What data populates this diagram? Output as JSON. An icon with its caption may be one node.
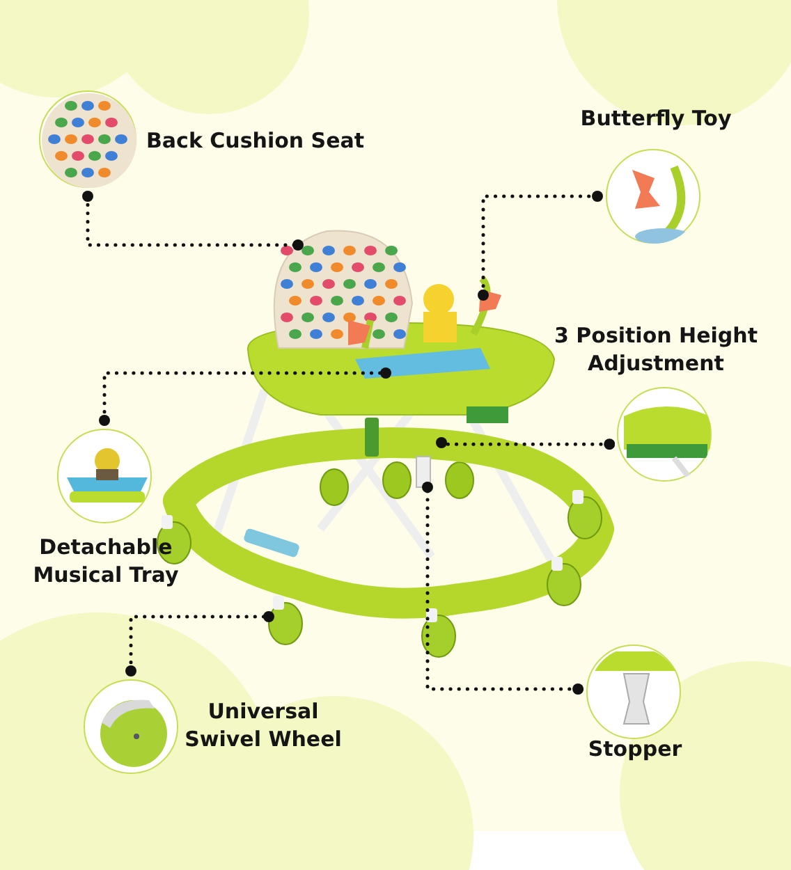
{
  "diagram": {
    "nodes": [
      {
        "text": [
          "Back Cushion Seat"
        ]
      },
      {
        "text": [
          "Butterfly Toy"
        ]
      },
      {
        "text": [],
        "shape": "picture"
      },
      {
        "text": [
          "3 Position Height Adjustment"
        ]
      },
      {
        "text": [
          "Detachable Musical Tray"
        ]
      },
      {
        "text": [
          "Universal Swivel Wheel"
        ]
      },
      {
        "text": [
          "Stopper"
        ]
      }
    ],
    "edges": [
      {
        "from": 0,
        "to": 2,
        "arrow": "other",
        "style": "dashed"
      },
      {
        "from": 1,
        "to": 2,
        "arrow": "other",
        "style": "dashed"
      },
      {
        "from": 3,
        "to": 2,
        "arrow": "other",
        "style": "dashed"
      },
      {
        "from": 4,
        "to": 2,
        "arrow": "other",
        "style": "dashed"
      },
      {
        "from": 5,
        "to": 2,
        "arrow": "other",
        "style": "dashed"
      },
      {
        "from": 6,
        "to": 2,
        "arrow": "other",
        "style": "dashed"
      }
    ]
  }
}
